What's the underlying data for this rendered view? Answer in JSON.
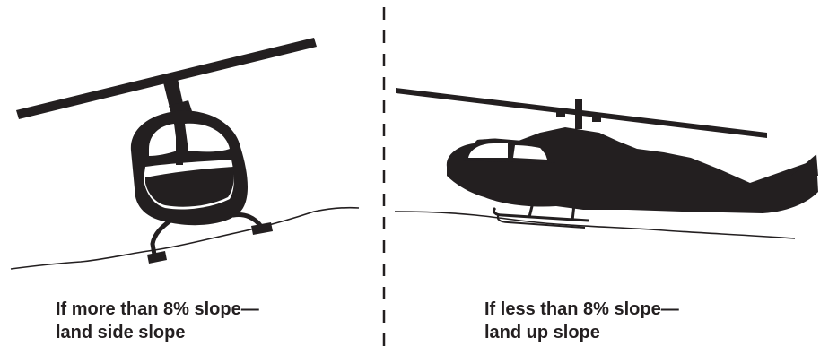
{
  "panels": {
    "left": {
      "caption_line1": "If more than 8% slope—",
      "caption_line2": "land side slope"
    },
    "right": {
      "caption_line1": "If less than 8% slope—",
      "caption_line2": "land up slope"
    }
  },
  "colors": {
    "ink": "#231f20",
    "background": "#ffffff"
  },
  "icons": {
    "left": "helicopter-front-view-icon",
    "right": "helicopter-side-view-icon"
  }
}
